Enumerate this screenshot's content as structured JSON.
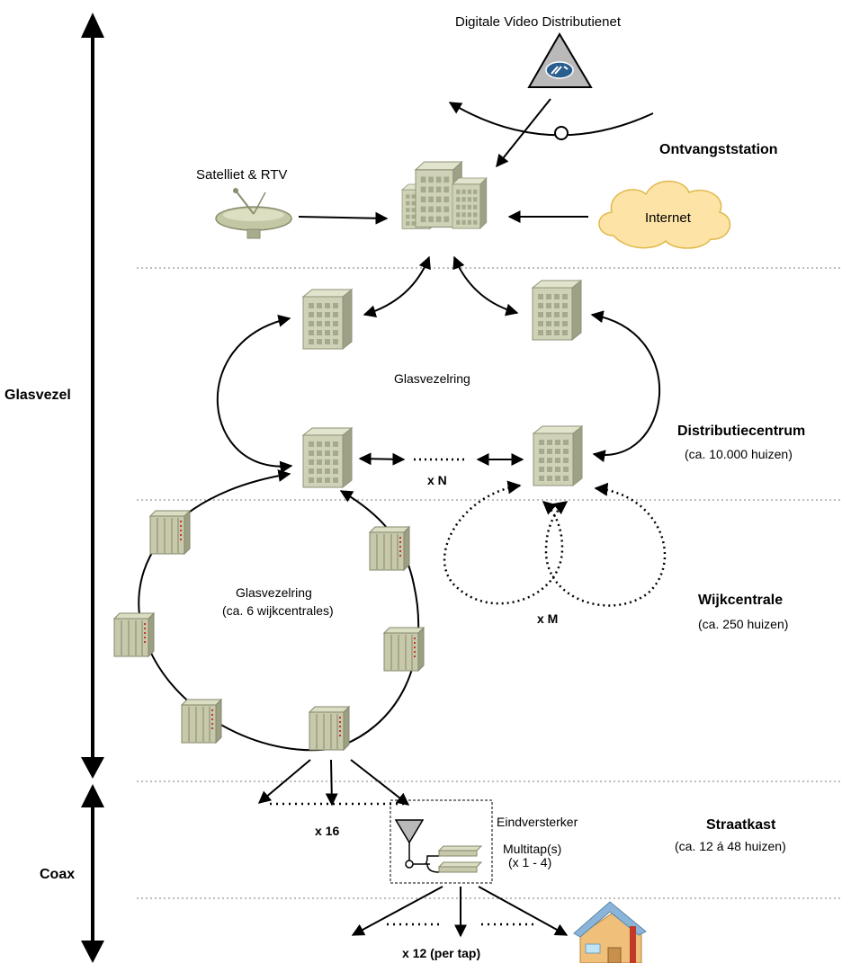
{
  "top": {
    "video_network": "Digitale Video Distributienet",
    "satellite": "Satelliet & RTV",
    "internet": "Internet"
  },
  "left_scale": {
    "glasvezel": "Glasvezel",
    "coax": "Coax"
  },
  "levels": {
    "ontvangst": {
      "title": "Ontvangststation"
    },
    "distributie": {
      "title": "Distributiecentrum",
      "subtitle": "(ca. 10.000 huizen)"
    },
    "wijk": {
      "title": "Wijkcentrale",
      "subtitle": "(ca. 250 huizen)"
    },
    "straat": {
      "title": "Straatkast",
      "subtitle": "(ca. 12 á 48 huizen)"
    }
  },
  "rings": {
    "upper": "Glasvezelring",
    "lower_line1": "Glasvezelring",
    "lower_line2": "(ca. 6 wijkcentrales)"
  },
  "multipliers": {
    "n": "x N",
    "m": "x M",
    "x16": "x 16",
    "x12": "x 12 (per tap)"
  },
  "box": {
    "amplifier": "Eindversterker",
    "multitap_line1": "Multitap(s)",
    "multitap_line2": "(x 1 - 4)"
  },
  "colors": {
    "building_front": "#cfd2b6",
    "building_side": "#9ea186",
    "cloud": "#fde4a6",
    "dish": "#c4c7a4",
    "video_triangle": "#b9b9b9",
    "video_badge": "#2a5e8f",
    "rack": "#c8c9ab",
    "house_roof": "#8ab5d8",
    "house_wall": "#f0c07a",
    "separator": "#bdbdbd"
  }
}
